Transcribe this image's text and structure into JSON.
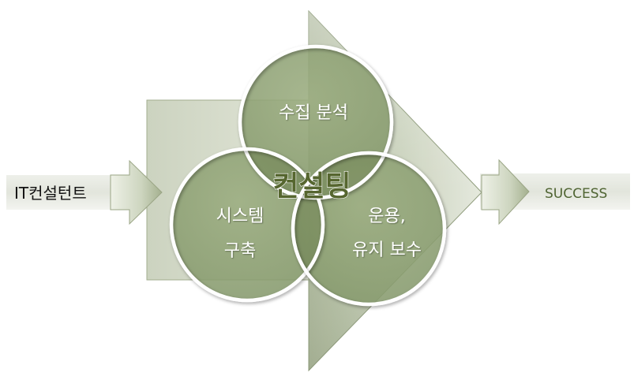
{
  "input": {
    "label": "IT컨설턴트"
  },
  "output": {
    "label": "SUCCESS"
  },
  "center": {
    "label": "컨설팅"
  },
  "circles": {
    "top": {
      "label": "수집 분석"
    },
    "left": {
      "line1": "시스템",
      "line2": "구축"
    },
    "right": {
      "line1": "운용,",
      "line2": "유지 보수"
    }
  },
  "colors": {
    "circle_fill": "#8c9f72",
    "circle_stroke": "#ffffff",
    "overlap_fill": "#6e8450",
    "arrow_light": "#d4dbc6",
    "arrow_mid": "#b6c0a4",
    "center_text": "#56662f",
    "output_text": "#4f6432",
    "input_text": "#111111"
  }
}
